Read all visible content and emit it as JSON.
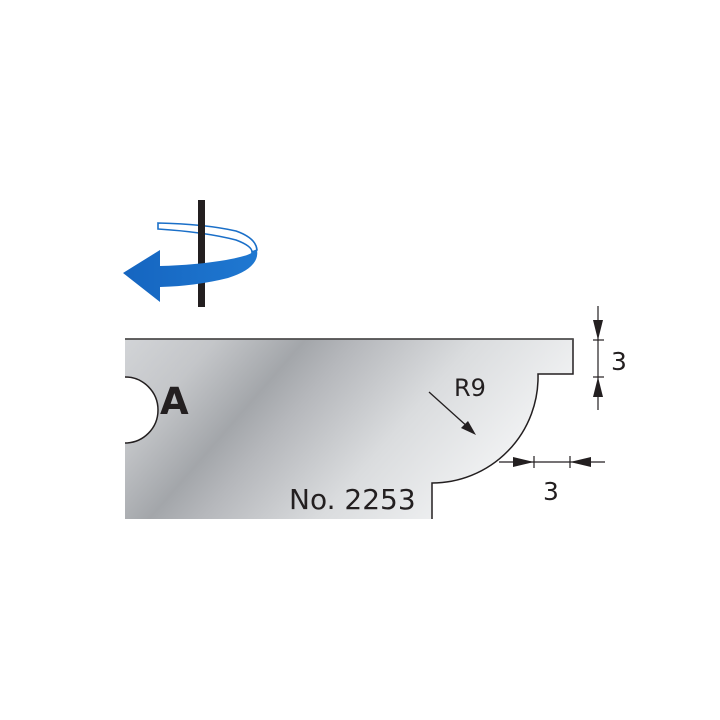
{
  "blade": {
    "profile_letter": "A",
    "part_number": "No. 2253",
    "radius_label": "R9"
  },
  "dimensions": {
    "vertical_step": "3",
    "horizontal_step": "3"
  },
  "rotation": {
    "direction": "counter-clockwise",
    "arrow_color": "#1a6fc8"
  },
  "colors": {
    "outline": "#231f20",
    "steel_light": "#eceef0",
    "steel_dark": "#9a9da1"
  }
}
